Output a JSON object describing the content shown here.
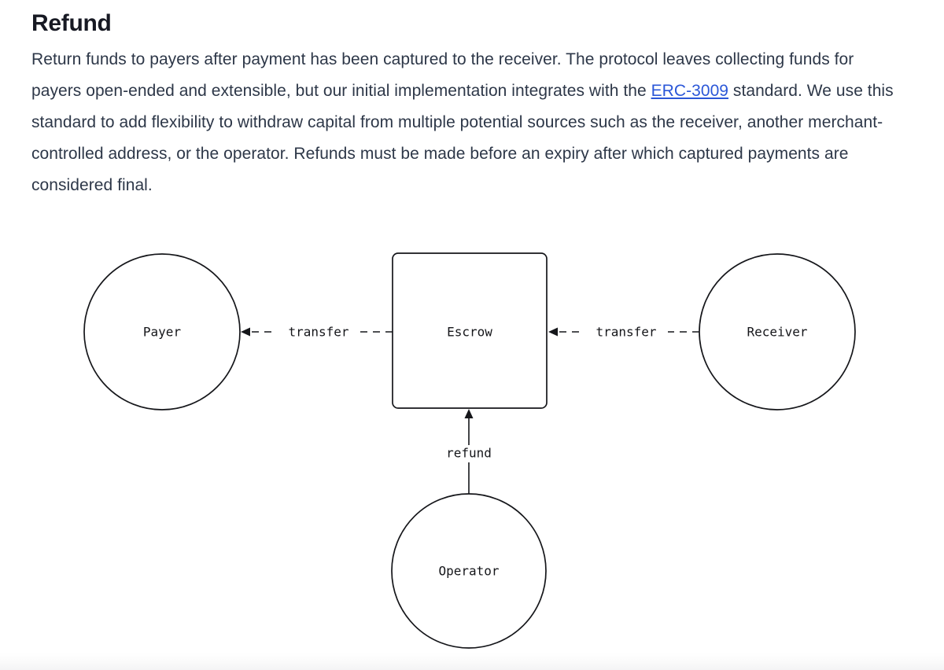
{
  "article": {
    "title": "Refund",
    "paragraph": {
      "before_link": "Return funds to payers after payment has been captured to the receiver. The protocol leaves collecting funds for payers open-ended and extensible, but our initial implementation integrates with the ",
      "link_text": "ERC-3009",
      "after_link": " standard. We use this standard to add flexibility to withdraw capital from multiple potential sources such as the receiver, another merchant-controlled address, or the operator. Refunds must be made before an expiry after which captured payments are considered final."
    },
    "link_color": "#2b57d8",
    "text_color": "#2d3748",
    "title_color": "#171923"
  },
  "diagram": {
    "stroke_color": "#15161a",
    "fill_color": "#ffffff",
    "nodes": {
      "payer": {
        "label": "Payer",
        "shape": "circle"
      },
      "escrow": {
        "label": "Escrow",
        "shape": "rounded-rect"
      },
      "receiver": {
        "label": "Receiver",
        "shape": "circle"
      },
      "operator": {
        "label": "Operator",
        "shape": "circle"
      }
    },
    "edges": [
      {
        "id": "escrow-to-payer",
        "label": "transfer",
        "style": "dashed",
        "direction": "left"
      },
      {
        "id": "receiver-to-escrow",
        "label": "transfer",
        "style": "dashed",
        "direction": "left"
      },
      {
        "id": "operator-to-escrow",
        "label": "refund",
        "style": "solid",
        "direction": "up"
      }
    ]
  }
}
